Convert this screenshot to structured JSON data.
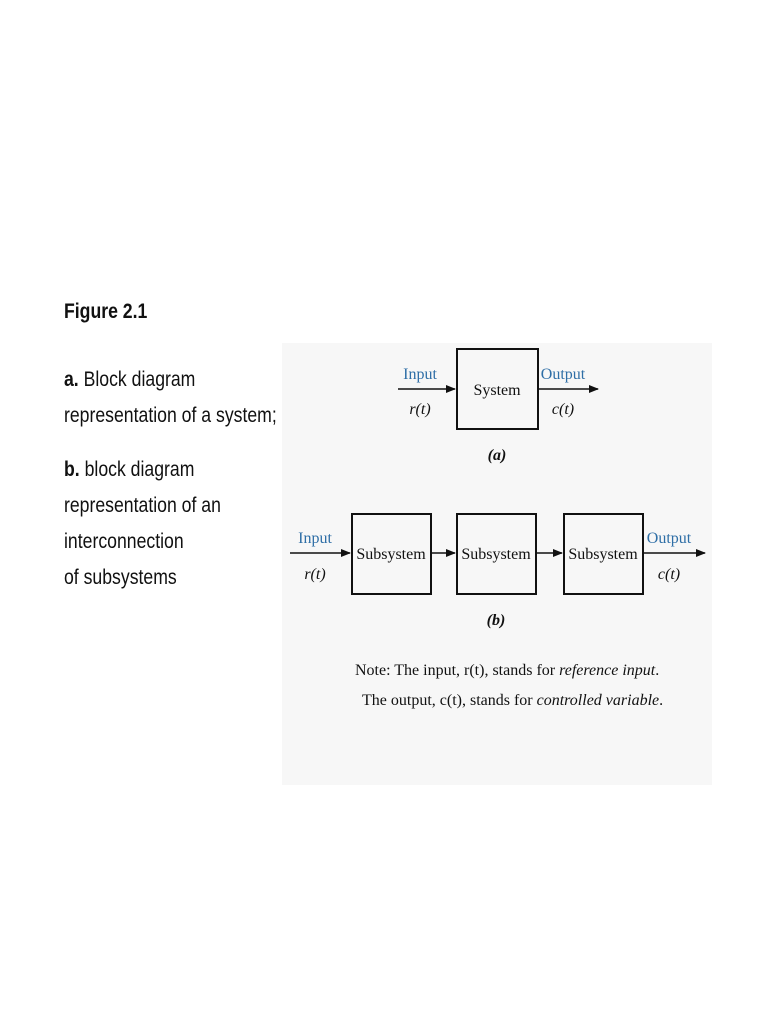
{
  "caption": {
    "figure_label": "Figure 2.1",
    "part_a_letter": "a.",
    "part_a_line1": " Block diagram",
    "part_a_line2": "representation of a system;",
    "part_b_letter": "b.",
    "part_b_line1": " block diagram",
    "part_b_line2": "representation of an",
    "part_b_line3": "interconnection",
    "part_b_line4": "of subsystems"
  },
  "diagram_a": {
    "input_label": "Input",
    "input_signal": "r(t)",
    "block_label": "System",
    "output_label": "Output",
    "output_signal": "c(t)",
    "panel_label": "(a)"
  },
  "diagram_b": {
    "input_label": "Input",
    "input_signal": "r(t)",
    "block_labels": [
      "Subsystem",
      "Subsystem",
      "Subsystem"
    ],
    "output_label": "Output",
    "output_signal": "c(t)",
    "panel_label": "(b)"
  },
  "note": {
    "line1_prefix": "Note:  The input, r(t), stands for ",
    "line1_emphasis": "reference input",
    "line1_suffix": ".",
    "line2_prefix": "The output, c(t), stands for ",
    "line2_emphasis": "controlled variable",
    "line2_suffix": "."
  },
  "colors": {
    "label_blue": "#2e6ea6",
    "ink": "#111111",
    "panel_background": "#f7f7f7"
  }
}
